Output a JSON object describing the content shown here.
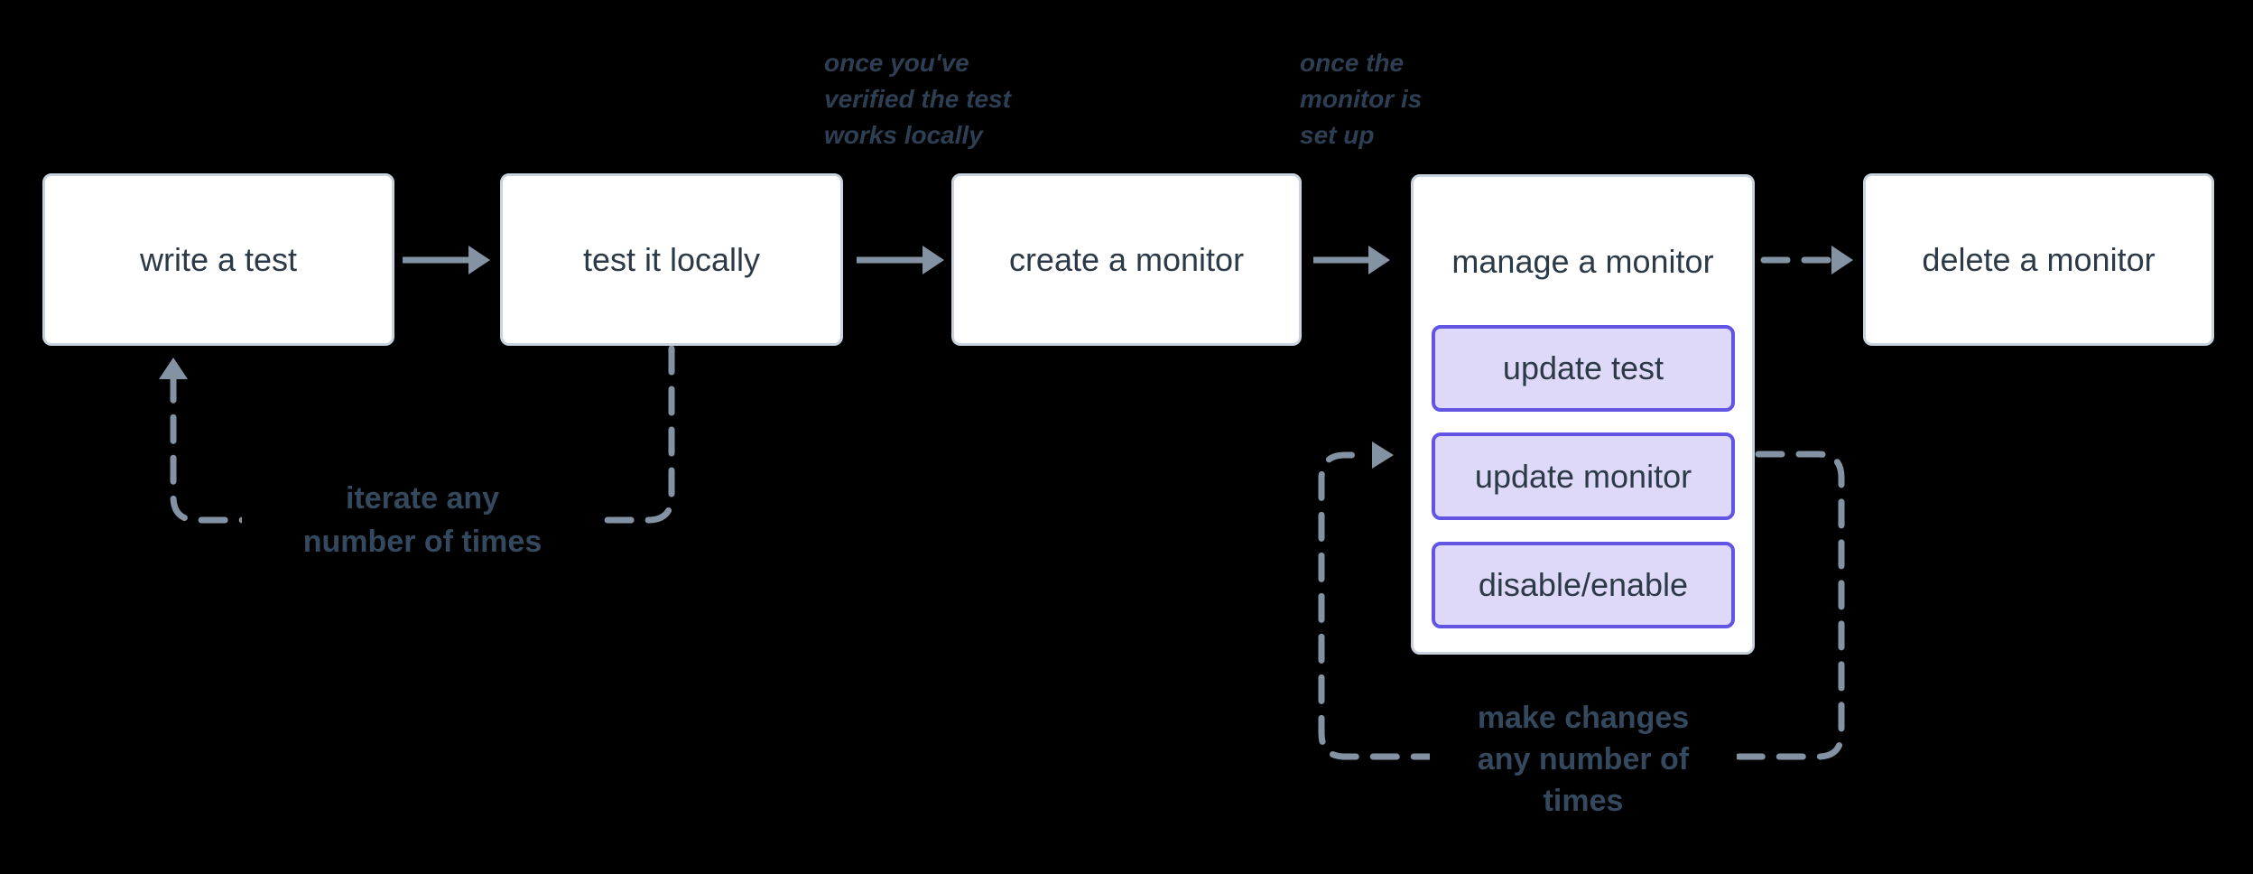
{
  "diagram": {
    "background": "#000000",
    "colors": {
      "background": "#000000",
      "node_fill": "#ffffff",
      "node_border": "#c9d3de",
      "node_text": "#2c3947",
      "button_fill": "#ded9f8",
      "button_border": "#6355e3",
      "connector": "#8493a3",
      "annotation_text": "#2e3f53",
      "loop_label_text": "#35495e"
    }
  },
  "nodes": [
    {
      "label": "write a test"
    },
    {
      "label": "test it locally"
    },
    {
      "label": "create a monitor"
    },
    {
      "label": "manage a monitor",
      "children": [
        "update test",
        "update monitor",
        "disable/enable"
      ]
    },
    {
      "label": "delete a monitor"
    }
  ],
  "annotations": [
    {
      "lines": [
        "once you've",
        "verified the test",
        "works locally"
      ]
    },
    {
      "lines": [
        "once the",
        "monitor is",
        "set up"
      ]
    }
  ],
  "loops": [
    {
      "lines": [
        "iterate any",
        "number of times"
      ]
    },
    {
      "lines": [
        "make changes",
        "any number of",
        "times"
      ]
    }
  ]
}
